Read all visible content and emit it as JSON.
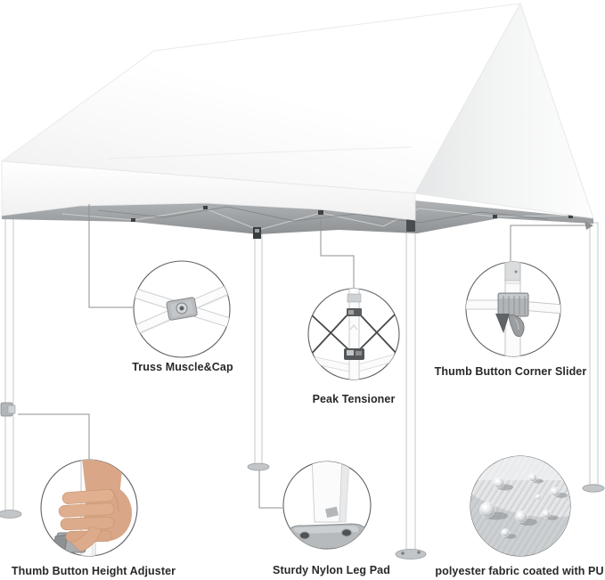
{
  "scene": {
    "type": "product-feature-diagram",
    "subject": "white pop-up canopy tent with gable roof, six detail callouts",
    "background_color": "#ffffff"
  },
  "colors": {
    "label_text": "#282828",
    "leader_line": "#8f8f8f",
    "circle_outline": "#606365",
    "canopy_underside": "#a2a5a7",
    "frame_gray": "#b4b7ba",
    "skin_tone": "#d9a687"
  },
  "callouts": [
    {
      "id": "truss-muscle-cap",
      "label": "Truss Muscle&Cap",
      "icon": "truss-joint-cap-icon"
    },
    {
      "id": "peak-tensioner",
      "label": "Peak Tensioner",
      "icon": "peak-tensioner-truss-icon"
    },
    {
      "id": "thumb-button-corner-slider",
      "label": "Thumb Button Corner Slider",
      "icon": "corner-slider-bracket-icon"
    },
    {
      "id": "thumb-button-height-adjuster",
      "label": "Thumb Button Height Adjuster",
      "icon": "hand-gripping-pole-icon"
    },
    {
      "id": "sturdy-nylon-leg-pad",
      "label": "Sturdy Nylon Leg Pad",
      "icon": "leg-foot-pad-icon"
    },
    {
      "id": "polyester-fabric-pu",
      "label": "polyester fabric coated with PU",
      "icon": "water-droplets-on-fabric-icon"
    }
  ]
}
